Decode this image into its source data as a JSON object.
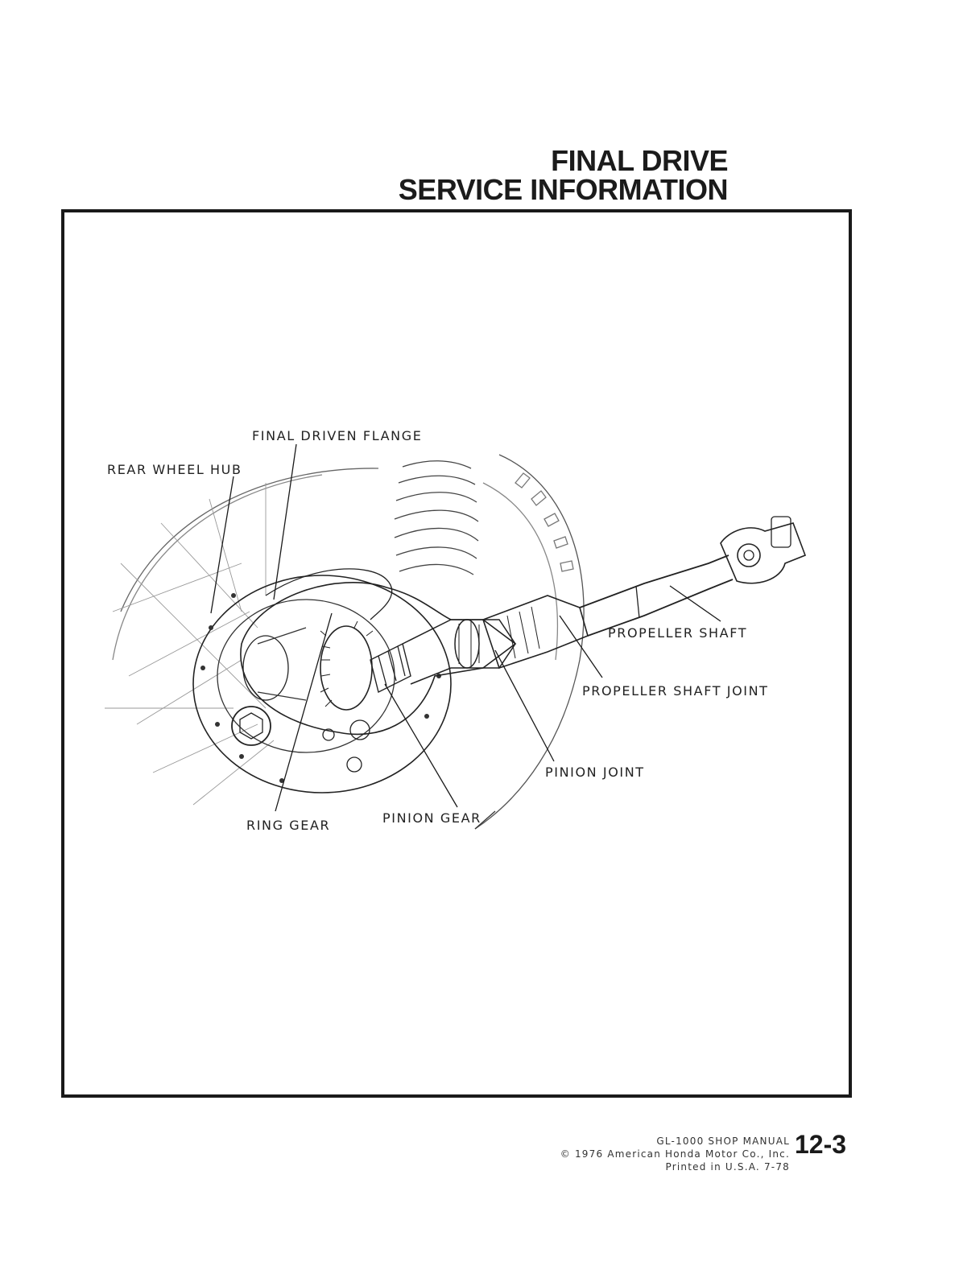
{
  "header": {
    "title_line1": "FINAL DRIVE",
    "title_line2": "SERVICE INFORMATION"
  },
  "diagram": {
    "labels": {
      "final_driven_flange": "FINAL DRIVEN FLANGE",
      "rear_wheel_hub": "REAR WHEEL HUB",
      "propeller_shaft": "PROPELLER SHAFT",
      "propeller_shaft_joint": "PROPELLER SHAFT JOINT",
      "pinion_joint": "PINION JOINT",
      "ring_gear": "RING GEAR",
      "pinion_gear": "PINION GEAR"
    }
  },
  "footer": {
    "manual": "GL-1000 SHOP MANUAL",
    "copyright": "© 1976 American Honda Motor Co., Inc.",
    "printed": "Printed in U.S.A. 7-78",
    "page_number": "12-3"
  }
}
